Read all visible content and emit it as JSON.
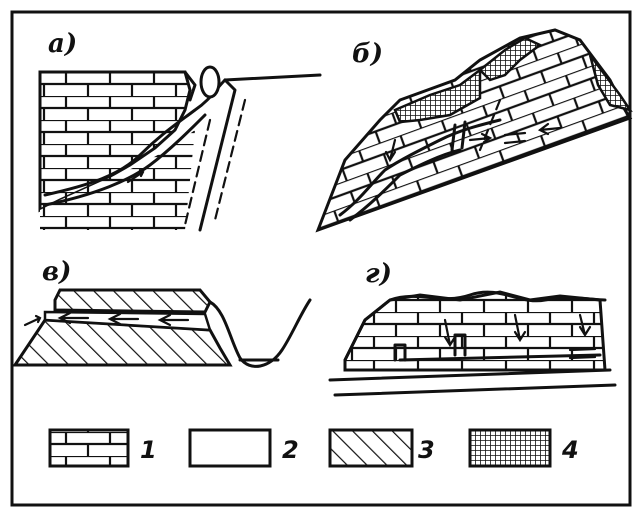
{
  "panels": [
    {
      "label": "а)"
    },
    {
      "label": "б)"
    },
    {
      "label": "в)"
    },
    {
      "label": "г)"
    }
  ],
  "legend": [
    {
      "label": "1",
      "pattern": "limestone-bricks"
    },
    {
      "label": "2",
      "pattern": "blank"
    },
    {
      "label": "3",
      "pattern": "diagonal-hatch"
    },
    {
      "label": "4",
      "pattern": "crosshatch-fill"
    }
  ],
  "colors": {
    "ink": "#111111",
    "paper": "#ffffff"
  }
}
